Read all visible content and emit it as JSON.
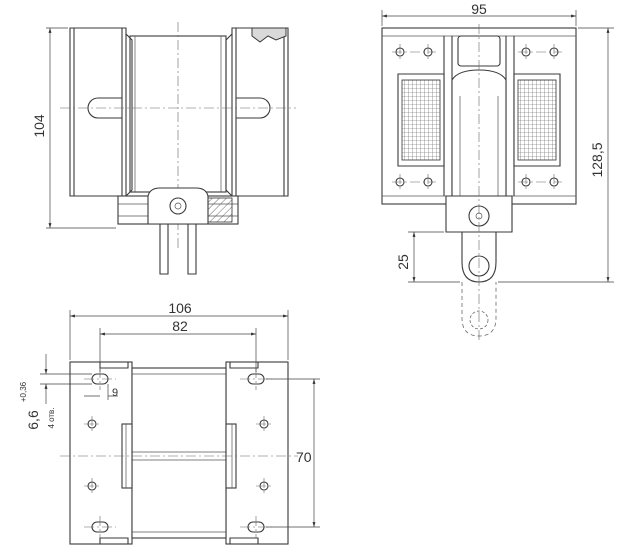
{
  "dimensions": {
    "height_total": "104",
    "width_top": "95",
    "height_right": "128,5",
    "stroke": "25",
    "width_bottom": "106",
    "hole_spacing": "82",
    "hole_size": "6,6",
    "hole_tolerance": "+0,36",
    "hole_count": "4 отв.",
    "offset": "9",
    "mount_height": "70"
  }
}
